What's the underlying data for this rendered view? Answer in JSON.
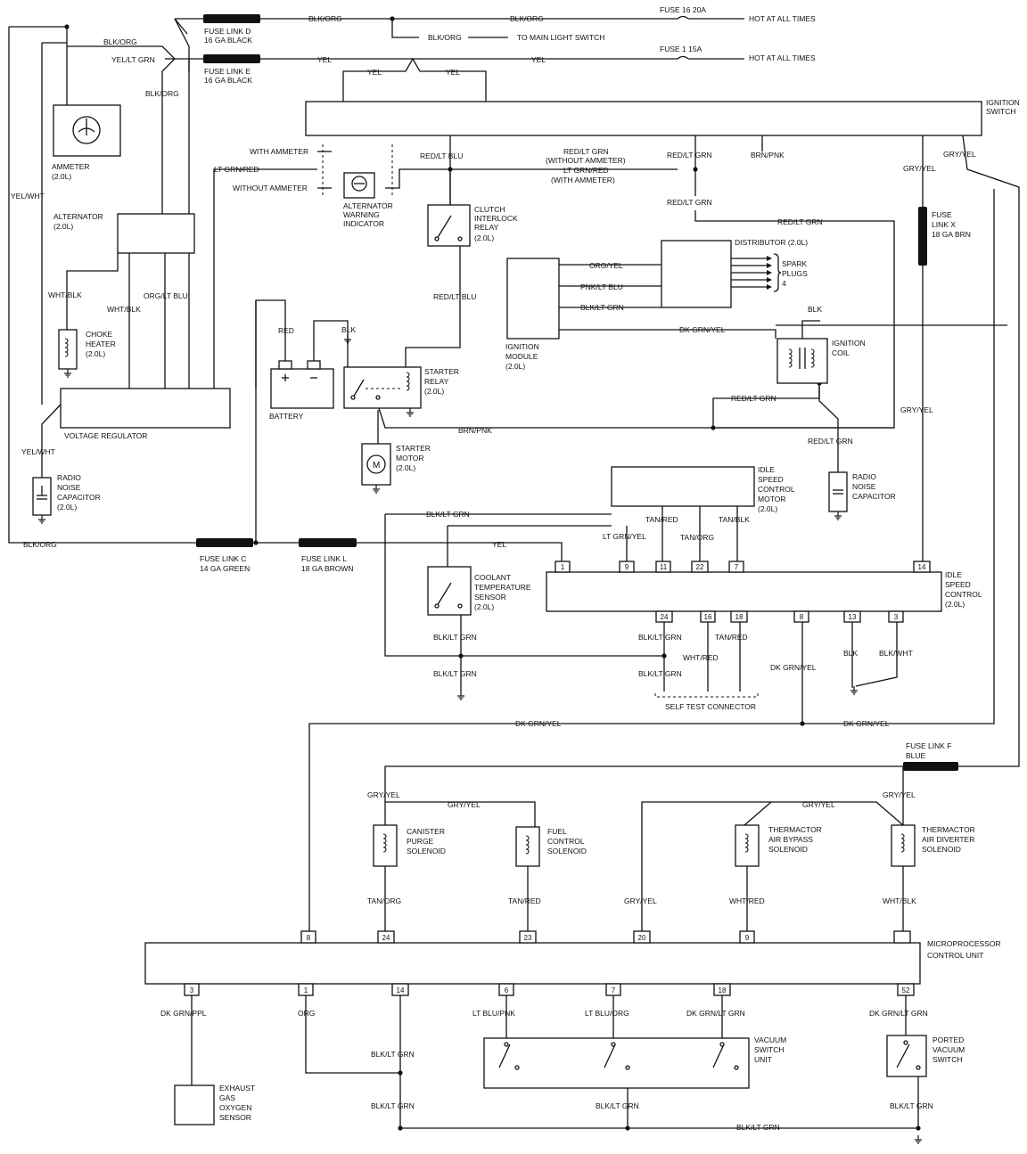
{
  "texts": {
    "fuse_link_d": "FUSE LINK D",
    "fuse_link_d_ga": "16 GA BLACK",
    "fuse_link_e": "FUSE LINK E",
    "fuse_link_e_ga": "16 GA BLACK",
    "w_blk_org_top1": "BLK/ORG",
    "w_blk_org_top2": "BLK/ORG",
    "w_blk_org_light": "BLK/ORG",
    "to_main_light_switch": "TO MAIN LIGHT SWITCH",
    "fuse_16": "FUSE 16 20A",
    "hot_at_all_times_1": "HOT AT ALL TIMES",
    "w_blk_org_left": "BLK/ORG",
    "w_yel_ltgrn_left": "YEL/LT GRN",
    "w_yel_1": "YEL",
    "w_yel_2": "YEL",
    "fuse_1": "FUSE 1 15A",
    "hot_at_all_times_2": "HOT AT ALL TIMES",
    "w_yel_3": "YEL",
    "w_yel_4": "YEL",
    "w_blk_org_alt": "BLK/ORG",
    "ignition": "IGNITION",
    "switch": "SWITCH",
    "ammeter": "AMMETER",
    "ammeter_eng": "(2.0L)",
    "w_yel_wht_1": "YEL/WHT",
    "alternator": "ALTERNATOR",
    "alternator_eng": "(2.0L)",
    "w_lt_grn_red_1": "LT GRN/RED",
    "with_ammeter": "WITH AMMETER",
    "without_ammeter": "WITHOUT AMMETER",
    "alt_warn_1": "ALTERNATOR",
    "alt_warn_2": "WARNING",
    "alt_warn_3": "INDICATOR",
    "w_red_ltblu_1": "RED/LT BLU",
    "w_red_ltgrn_wo_1": "RED/LT GRN",
    "w_red_ltgrn_wo_2": "(WITHOUT AMMETER)",
    "w_ltgrn_red_w_1": "LT GRN/RED",
    "w_ltgrn_red_w_2": "(WITH AMMETER)",
    "w_red_ltgrn_2": "RED/LT GRN",
    "w_brn_pnk_1": "BRN/PNK",
    "w_gry_yel_1": "GRY/YEL",
    "w_gry_yel_2": "GRY/YEL",
    "clutch_1": "CLUTCH",
    "clutch_2": "INTERLOCK",
    "clutch_3": "RELAY",
    "clutch_eng": "(2.0L)",
    "w_red_ltgrn_3": "RED/LT GRN",
    "w_red_ltgrn_4": "RED/LT GRN",
    "fuse_link_x": "FUSE",
    "fuse_link_x2": "LINK X",
    "fuse_link_x3": "18 GA BRN",
    "distributor": "DISTRIBUTOR (2.0L)",
    "w_org_yel": "ORG/YEL",
    "w_pnk_ltblu": "PNK/LT BLU",
    "w_blk_ltgrn_dist": "BLK/LT GRN",
    "spark_1": "SPARK",
    "spark_2": "PLUGS",
    "spark_3": "4",
    "w_wht_blk_1": "WHT/BLK",
    "w_wht_blk_2": "WHT/BLK",
    "w_org_ltblu": "ORG/LT BLU",
    "w_red_ltblu_2": "RED/LT BLU",
    "choke_1": "CHOKE",
    "choke_2": "HEATER",
    "choke_eng": "(2.0L)",
    "w_red": "RED",
    "w_blk": "BLK",
    "ign_module_1": "IGNITION",
    "ign_module_2": "MODULE",
    "ign_module_eng": "(2.0L)",
    "w_dkgrn_yel_1": "DK GRN/YEL",
    "w_blk_coil": "BLK",
    "ign_coil_1": "IGNITION",
    "ign_coil_2": "COIL",
    "starter_relay_1": "STARTER",
    "starter_relay_2": "RELAY",
    "starter_relay_eng": "(2.0L)",
    "battery": "BATTERY",
    "voltage_regulator": "VOLTAGE REGULATOR",
    "w_red_ltgrn_5": "RED/LT GRN",
    "w_brn_pnk_2": "BRN/PNK",
    "w_gry_yel_3": "GRY/YEL",
    "w_red_ltgrn_6": "RED/LT GRN",
    "w_yel_wht_2": "YEL/WHT",
    "radio_cap_1": "RADIO",
    "radio_cap_2": "NOISE",
    "radio_cap_3": "CAPACITOR",
    "radio_cap_eng": "(2.0L)",
    "starter_motor_1": "STARTER",
    "starter_motor_2": "MOTOR",
    "starter_motor_eng": "(2.0L)",
    "radio_cap2_1": "RADIO",
    "radio_cap2_2": "NOISE",
    "radio_cap2_3": "CAPACITOR",
    "isc_motor_1": "IDLE",
    "isc_motor_2": "SPEED",
    "isc_motor_3": "CONTROL",
    "isc_motor_4": "MOTOR",
    "isc_motor_eng": "(2.0L)",
    "w_blk_ltgrn_1": "BLK/LT GRN",
    "w_tan_red_1": "TAN/RED",
    "w_tan_blk": "TAN/BLK",
    "w_lt_grn_yel": "LT GRN/YEL",
    "w_tan_org_1": "TAN/ORG",
    "w_blk_org_bottom": "BLK/ORG",
    "fuse_link_c": "FUSE LINK C",
    "fuse_link_c_ga": "14 GA GREEN",
    "fuse_link_l": "FUSE LINK L",
    "fuse_link_l_ga": "18 GA BROWN",
    "w_yel_5": "YEL",
    "coolant_1": "COOLANT",
    "coolant_2": "TEMPERATURE",
    "coolant_3": "SENSOR",
    "coolant_eng": "(2.0L)",
    "isc_1": "IDLE",
    "isc_2": "SPEED",
    "isc_3": "CONTROL",
    "isc_eng": "(2.0L)",
    "w_blk_ltgrn_2": "BLK/LT GRN",
    "w_blk_ltgrn_3": "BLK/LT GRN",
    "w_wht_red_1": "WHT/RED",
    "w_tan_red_2": "TAN/RED",
    "w_dkgrn_yel_2": "DK GRN/YEL",
    "w_blk_2": "BLK",
    "w_blk_wht": "BLK/WHT",
    "w_blk_ltgrn_4": "BLK/LT GRN",
    "w_blk_ltgrn_5": "BLK/LT GRN",
    "self_test": "SELF TEST CONNECTOR",
    "w_dkgrn_yel_3": "DK GRN/YEL",
    "w_dkgrn_yel_4": "DK GRN/YEL",
    "fuse_link_f": "FUSE LINK F",
    "fuse_link_f2": "BLUE",
    "w_gry_yel_4": "GRY/YEL",
    "w_gry_yel_5": "GRY/YEL",
    "w_gry_yel_6": "GRY/YEL",
    "w_gry_yel_7": "GRY/YEL",
    "canister_1": "CANISTER",
    "canister_2": "PURGE",
    "canister_3": "SOLENOID",
    "fuel_1": "FUEL",
    "fuel_2": "CONTROL",
    "fuel_3": "SOLENOID",
    "bypass_1": "THERMACTOR",
    "bypass_2": "AIR BYPASS",
    "bypass_3": "SOLENOID",
    "diverter_1": "THERMACTOR",
    "diverter_2": "AIR DIVERTER",
    "diverter_3": "SOLENOID",
    "w_tan_org_2": "TAN/ORG",
    "w_tan_red_3": "TAN/RED",
    "w_gry_yel_8": "GRY/YEL",
    "w_wht_red_2": "WHT/RED",
    "w_wht_blk_3": "WHT/BLK",
    "mcu_1": "MICROPROCESSOR",
    "mcu_2": "CONTROL UNIT",
    "w_dkgrn_ppl": "DK GRN/PPL",
    "w_org": "ORG",
    "w_ltblu_pnk": "LT BLU/PNK",
    "w_ltblu_org": "LT BLU/ORG",
    "w_dkgrn_ltgrn_1": "DK GRN/LT GRN",
    "w_dkgrn_ltgrn_2": "DK GRN/LT GRN",
    "vacuum_1": "VACUUM",
    "vacuum_2": "SWITCH",
    "vacuum_3": "UNIT",
    "ported_1": "PORTED",
    "ported_2": "VACUUM",
    "ported_3": "SWITCH",
    "w_blk_ltgrn_6": "BLK/LT GRN",
    "exhaust_1": "EXHAUST",
    "exhaust_2": "GAS",
    "exhaust_3": "OXYGEN",
    "exhaust_4": "SENSOR",
    "w_blk_ltgrn_7": "BLK/LT GRN",
    "w_blk_ltgrn_8": "BLK/LT GRN",
    "w_blk_ltgrn_9": "BLK/LT GRN",
    "w_blk_ltgrn_10": "BLK/LT GRN"
  },
  "pins": {
    "isc_top_1": "1",
    "isc_top_9": "9",
    "isc_top_11": "11",
    "isc_top_22": "22",
    "isc_top_7": "7",
    "isc_top_14": "14",
    "isc_bot_24": "24",
    "isc_bot_16": "16",
    "isc_bot_18": "18",
    "isc_bot_8": "8",
    "isc_bot_13": "13",
    "isc_bot_3": "3",
    "mcu_top_8": "8",
    "mcu_top_24": "24",
    "mcu_top_23": "23",
    "mcu_top_20": "20",
    "mcu_top_9": "9",
    "mcu_top_blank": "",
    "mcu_bot_3": "3",
    "mcu_bot_1": "1",
    "mcu_bot_14": "14",
    "mcu_bot_6": "6",
    "mcu_bot_7": "7",
    "mcu_bot_18": "18",
    "mcu_bot_52": "52"
  }
}
